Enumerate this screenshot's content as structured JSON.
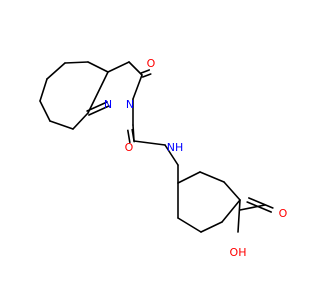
{
  "molecule": {
    "atoms": {
      "o_ketone": "O",
      "n_ring_1": "N",
      "n_ring_2": "N",
      "o_amide": "O",
      "n_amide": "NH",
      "o_acid": "O",
      "oh_acid": "OH"
    },
    "colors": {
      "bond": "#000000",
      "oxygen": "#ff0000",
      "nitrogen": "#0000ff"
    }
  }
}
